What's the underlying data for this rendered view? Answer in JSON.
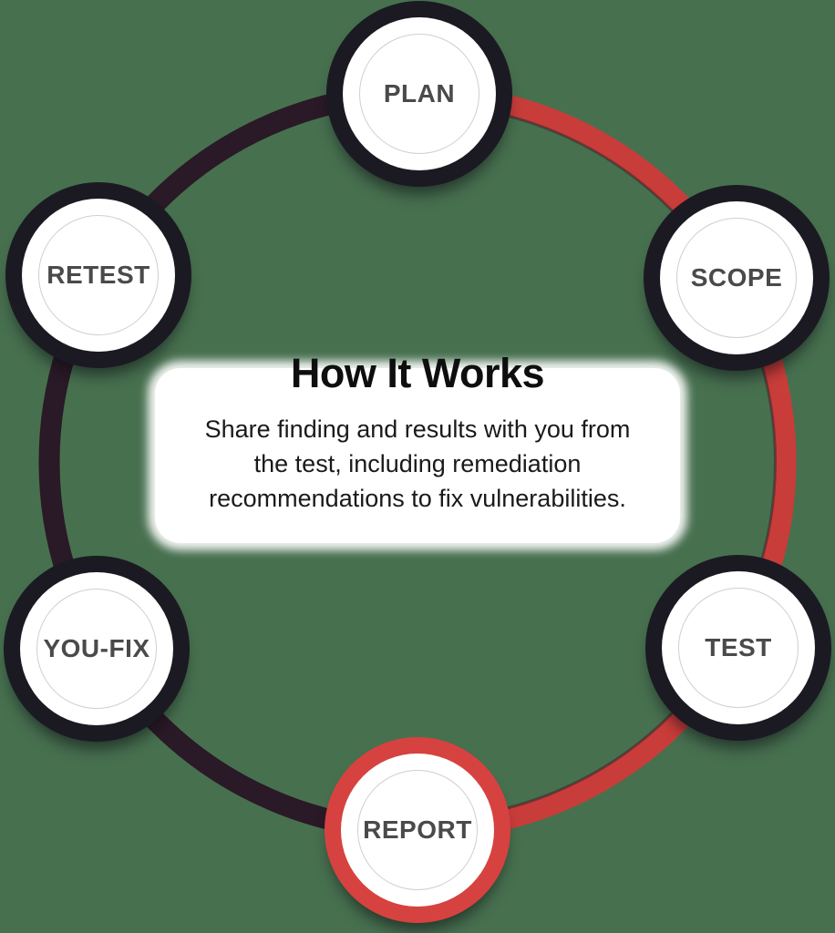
{
  "diagram": {
    "title": "How It Works",
    "description_lines": [
      "Share finding and results with you from",
      "the test, including remediation",
      "recommendations to fix vulnerabilities."
    ],
    "nodes": [
      {
        "label": "PLAN",
        "variant": "dark"
      },
      {
        "label": "SCOPE",
        "variant": "dark"
      },
      {
        "label": "TEST",
        "variant": "dark"
      },
      {
        "label": "REPORT",
        "variant": "red"
      },
      {
        "label": "YOU-FIX",
        "variant": "dark"
      },
      {
        "label": "RETEST",
        "variant": "dark"
      }
    ],
    "colors": {
      "background": "#47704f",
      "arc_red": "#c83d39",
      "arc_dark": "#2a1926",
      "node_ring_dark": "#1b1a23",
      "node_ring_red": "#d6423f",
      "node_fill": "#ffffff",
      "inner_ring": "#cfcfcf",
      "label_text": "#4a4a4a",
      "title_text": "#0e0e0f",
      "body_text": "#1a1a1a",
      "backdrop": "#ffffff"
    }
  }
}
